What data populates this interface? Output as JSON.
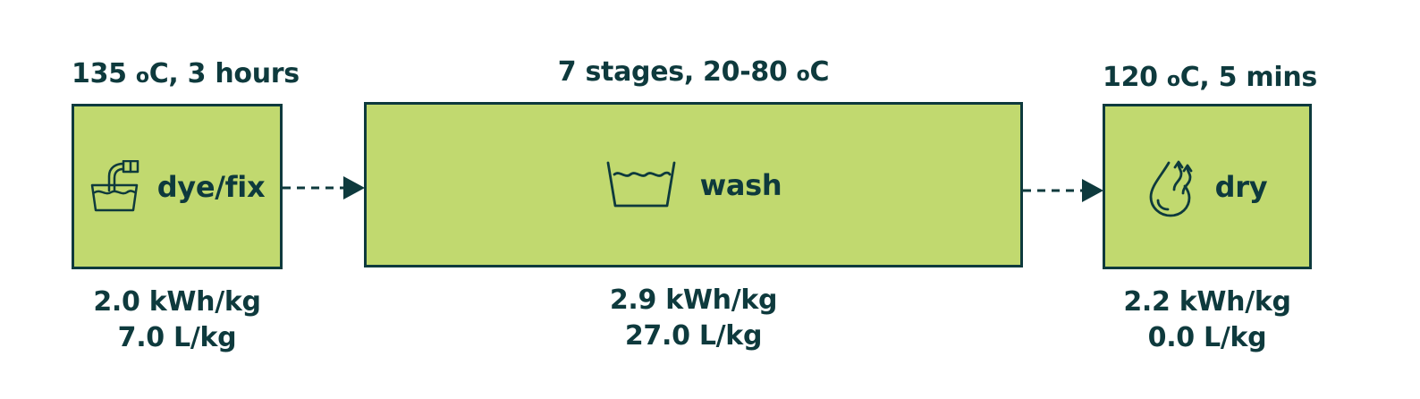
{
  "stages": [
    {
      "id": "dye-fix",
      "condition": {
        "prefix": "135 ",
        "degree": "o",
        "suffix": "C, 3 hours"
      },
      "label": "dye/fix",
      "icon": "dye-bath-icon",
      "energy": "2.0 kWh/kg",
      "water": "7.0 L/kg"
    },
    {
      "id": "wash",
      "condition": {
        "prefix": "7 stages, 20-80 ",
        "degree": "o",
        "suffix": "C"
      },
      "label": "wash",
      "icon": "wash-basin-icon",
      "energy": "2.9 kWh/kg",
      "water": "27.0 L/kg"
    },
    {
      "id": "dry",
      "condition": {
        "prefix": "120 ",
        "degree": "o",
        "suffix": "C, 5 mins"
      },
      "label": "dry",
      "icon": "drop-evaporation-icon",
      "energy": "2.2 kWh/kg",
      "water": "0.0 L/kg"
    }
  ],
  "colors": {
    "box_fill": "#c1d96f",
    "ink": "#0e3a3d"
  }
}
